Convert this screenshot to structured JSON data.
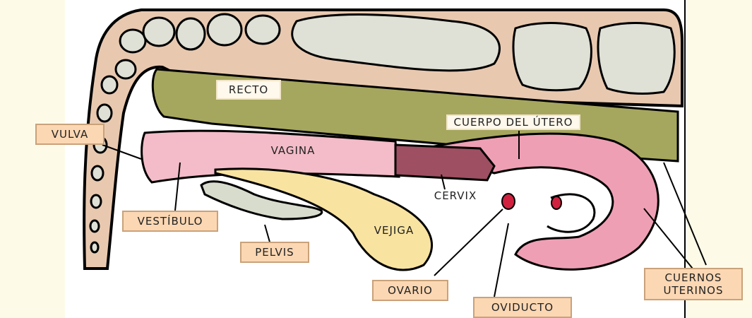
{
  "diagram": {
    "labels": {
      "recto": "RECTO",
      "cuerpo_del_utero": "CUERPO DEL ÚTERO",
      "vulva": "VULVA",
      "vagina": "VAGINA",
      "vestibulo": "VESTÍBULO",
      "cervix": "CERVIX",
      "vejiga": "VEJIGA",
      "pelvis": "PELVIS",
      "ovario": "OVARIO",
      "oviducto": "OVIDUCTO",
      "cuernos_uterinos": "CUERNOS\nUTERINOS"
    },
    "colors": {
      "spine": "#e8c9b0",
      "vertebra": "#dfe0d6",
      "rectum": "#a6a75e",
      "vagina": "#f3bcc8",
      "uterus": "#ef9fb4",
      "cervix": "#9e4f61",
      "bladder": "#f8e3a0",
      "pelvis": "#d8dccd",
      "ovary": "#d0213f",
      "label_fill": "#fbd7b3",
      "label_border": "#c9a27a",
      "margin": "#fdfbe8"
    }
  }
}
